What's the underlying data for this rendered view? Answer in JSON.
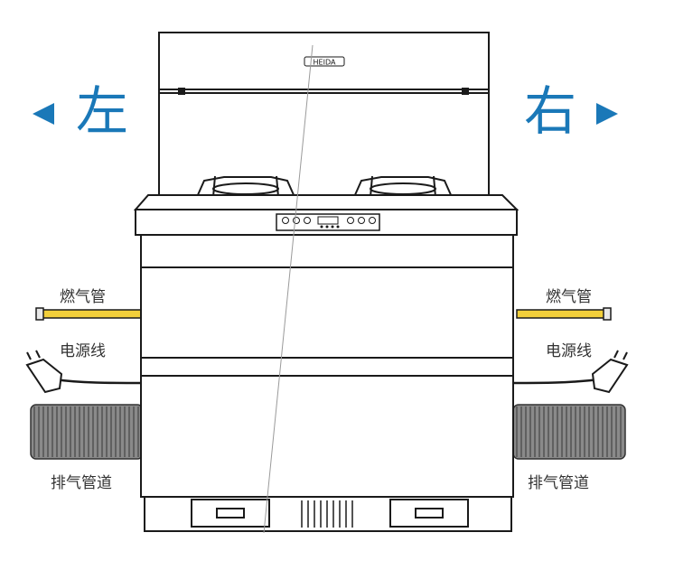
{
  "brand": "HEIDA",
  "directions": {
    "left": "左",
    "right": "右"
  },
  "labels": {
    "gas_pipe_left": "燃气管",
    "gas_pipe_right": "燃气管",
    "power_cord_left": "电源线",
    "power_cord_right": "电源线",
    "exhaust_left": "排气管道",
    "exhaust_right": "排气管道"
  },
  "colors": {
    "accent_blue": "#1a78b8",
    "gas_pipe": "#f2cf3a",
    "line": "#1a1a1a",
    "hose": "#8a8a8a"
  },
  "icons": [
    "left-arrow-icon",
    "right-arrow-icon",
    "plug-icon",
    "burner-icon",
    "control-knob-icon"
  ]
}
